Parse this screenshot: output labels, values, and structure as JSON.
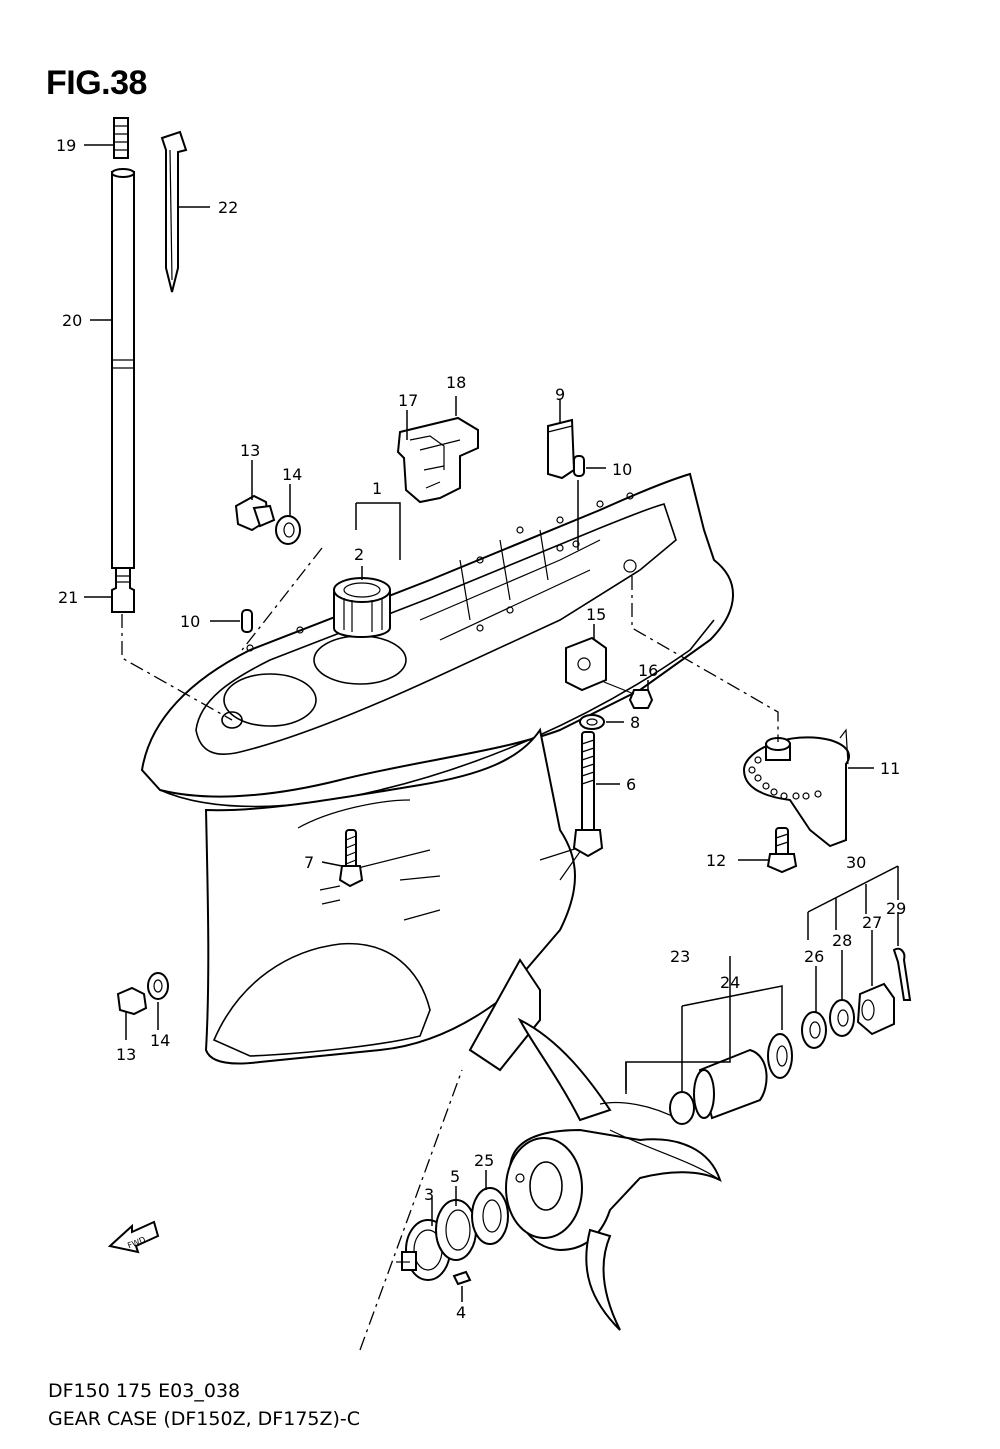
{
  "figure": {
    "title": "FIG.38",
    "code": "DF150 175 E03_038",
    "name": "GEAR CASE (DF150Z, DF175Z)-C",
    "fwd_label": "FWD"
  },
  "callouts": [
    {
      "id": "c1",
      "label": "1"
    },
    {
      "id": "c2",
      "label": "2"
    },
    {
      "id": "c3",
      "label": "3"
    },
    {
      "id": "c4",
      "label": "4"
    },
    {
      "id": "c5",
      "label": "5"
    },
    {
      "id": "c6",
      "label": "6"
    },
    {
      "id": "c7",
      "label": "7"
    },
    {
      "id": "c8",
      "label": "8"
    },
    {
      "id": "c9",
      "label": "9"
    },
    {
      "id": "c10a",
      "label": "10"
    },
    {
      "id": "c10b",
      "label": "10"
    },
    {
      "id": "c11",
      "label": "11"
    },
    {
      "id": "c12",
      "label": "12"
    },
    {
      "id": "c13a",
      "label": "13"
    },
    {
      "id": "c13b",
      "label": "13"
    },
    {
      "id": "c14a",
      "label": "14"
    },
    {
      "id": "c14b",
      "label": "14"
    },
    {
      "id": "c15",
      "label": "15"
    },
    {
      "id": "c16",
      "label": "16"
    },
    {
      "id": "c17",
      "label": "17"
    },
    {
      "id": "c18",
      "label": "18"
    },
    {
      "id": "c19",
      "label": "19"
    },
    {
      "id": "c20",
      "label": "20"
    },
    {
      "id": "c21",
      "label": "21"
    },
    {
      "id": "c22",
      "label": "22"
    },
    {
      "id": "c23",
      "label": "23"
    },
    {
      "id": "c24",
      "label": "24"
    },
    {
      "id": "c25",
      "label": "25"
    },
    {
      "id": "c26",
      "label": "26"
    },
    {
      "id": "c27",
      "label": "27"
    },
    {
      "id": "c28",
      "label": "28"
    },
    {
      "id": "c29",
      "label": "29"
    },
    {
      "id": "c30",
      "label": "30"
    }
  ]
}
